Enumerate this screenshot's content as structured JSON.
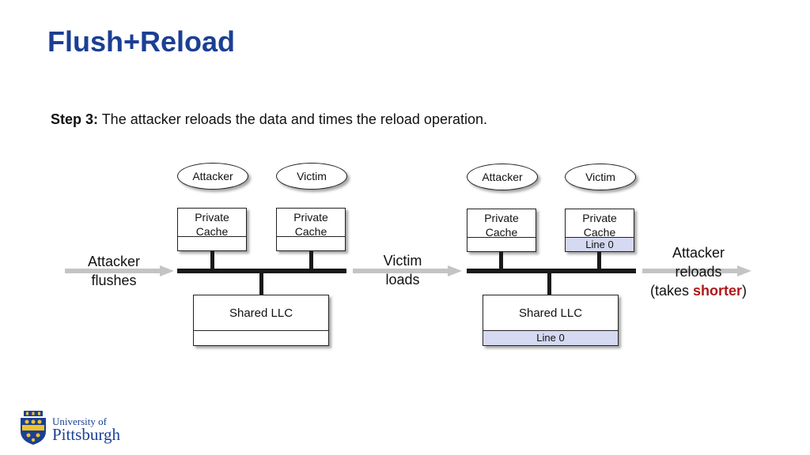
{
  "slide": {
    "title": "Flush+Reload",
    "step_label": "Step 3:",
    "step_text": " The attacker reloads the data and times the reload operation."
  },
  "left": {
    "attacker": "Attacker",
    "victim": "Victim",
    "cache_line1": "Private",
    "cache_line2": "Cache",
    "llc": "Shared LLC"
  },
  "right": {
    "attacker": "Attacker",
    "victim": "Victim",
    "cache_line1": "Private",
    "cache_line2": "Cache",
    "victim_cache_line": "Line 0",
    "llc": "Shared LLC",
    "llc_line": "Line 0"
  },
  "transitions": {
    "flush_1": "Attacker",
    "flush_2": "flushes",
    "load_1": "Victim",
    "load_2": "loads",
    "reload_1": "Attacker",
    "reload_2": "reloads",
    "reload_3_pre": "(takes ",
    "reload_3_accent": "shorter",
    "reload_3_post": ")"
  },
  "logo": {
    "line1": "University of",
    "line2": "Pittsburgh"
  },
  "colors": {
    "title": "#1b3f94",
    "accent": "#b01818",
    "cache_fill": "#d5d9f1",
    "arrow": "#c4c4c4"
  }
}
